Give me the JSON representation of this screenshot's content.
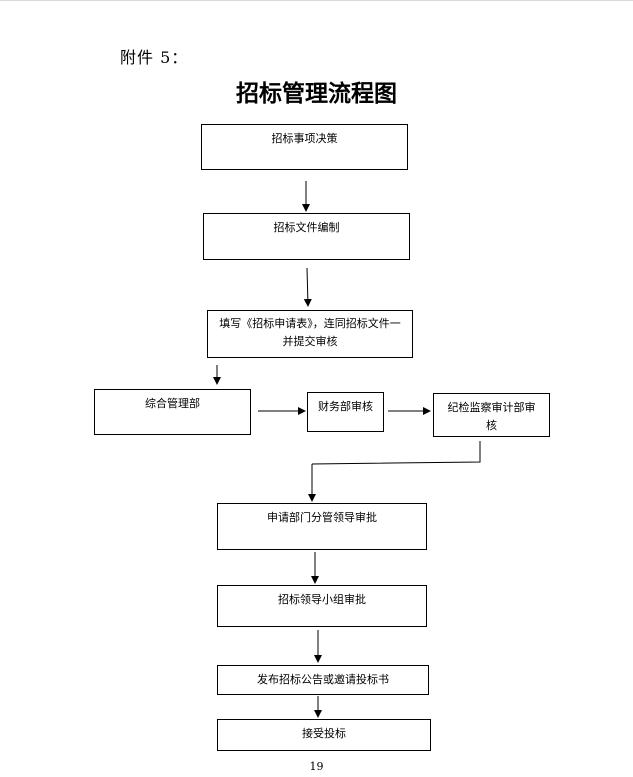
{
  "attachment_label": "附件 5：",
  "title": "招标管理流程图",
  "steps": {
    "decision": "招标事项决策",
    "doc_prep": "招标文件编制",
    "fill_form": "填写《招标申请表》，连同招标文件一并提交审核",
    "general_mgmt": "综合管理部",
    "finance": "财务部审核",
    "audit": "纪检监察审计部审核",
    "dept_leader": "申请部门分管领导审批",
    "bid_group": "招标领导小组审批",
    "publish": "发布招标公告或邀请投标书",
    "accept": "接受投标"
  },
  "page_number": "19"
}
